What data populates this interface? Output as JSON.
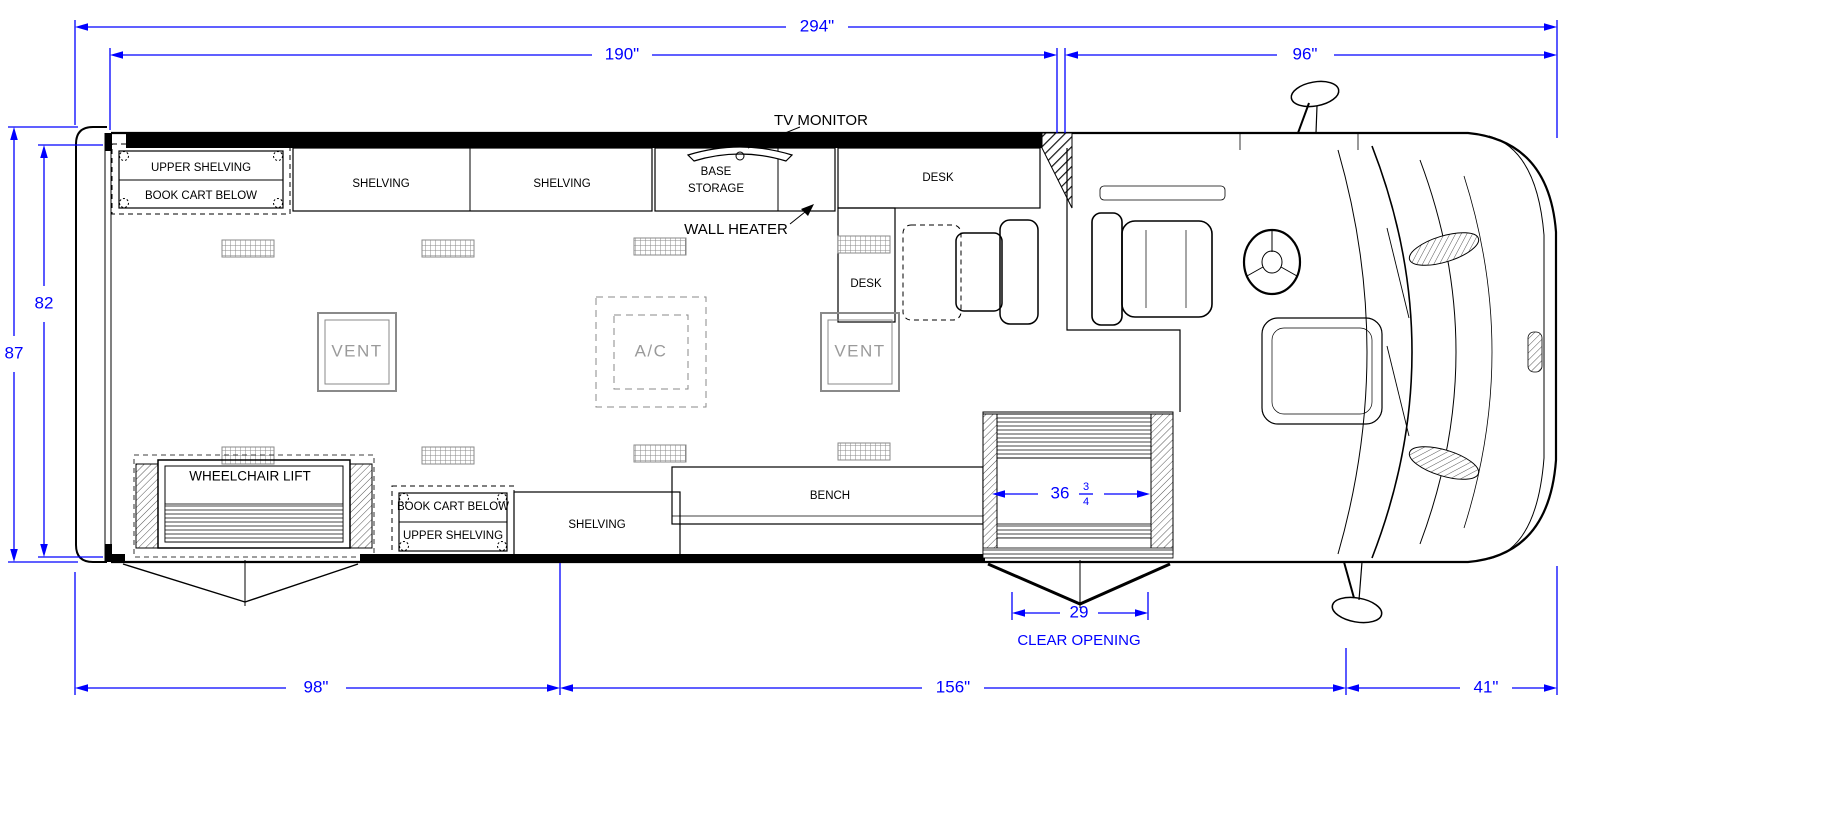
{
  "colors": {
    "dimension_blue": "#0000ff",
    "line_black": "#000000",
    "gray_label": "#9a9a9a"
  },
  "dimensions": {
    "overall_length": "294\"",
    "body_length": "190\"",
    "cab_length": "96\"",
    "overall_height": "87",
    "interior_height": "82",
    "rear_section": "98\"",
    "mid_section": "156\"",
    "front_section": "41\"",
    "door_width_whole": "36",
    "door_width_frac_num": "3",
    "door_width_frac_den": "4",
    "clear_opening_width": "29",
    "clear_opening_caption": "CLEAR OPENING"
  },
  "labels": {
    "upper_shelving_top": "UPPER SHELVING",
    "book_cart_below_top": "BOOK CART BELOW",
    "shelving_1": "SHELVING",
    "shelving_2": "SHELVING",
    "base_storage_line1": "BASE",
    "base_storage_line2": "STORAGE",
    "tv_monitor": "TV MONITOR",
    "wall_heater": "WALL HEATER",
    "desk_top": "DESK",
    "desk_side": "DESK",
    "vent_left": "VENT",
    "ac": "A/C",
    "vent_right": "VENT",
    "wheelchair_lift": "WHEELCHAIR LIFT",
    "book_cart_below_bottom": "BOOK CART BELOW",
    "upper_shelving_bottom": "UPPER SHELVING",
    "shelving_bottom": "SHELVING",
    "bench": "BENCH"
  }
}
